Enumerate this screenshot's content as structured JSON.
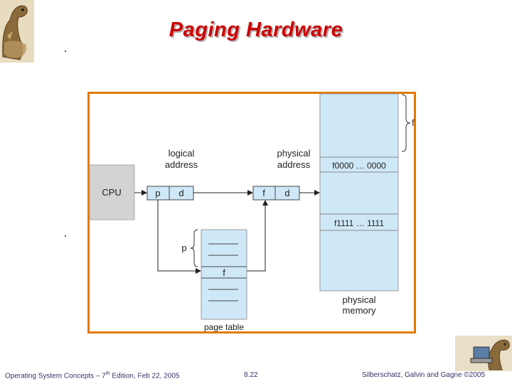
{
  "slide": {
    "title": "Paging Hardware"
  },
  "diagram": {
    "cpu_label": "CPU",
    "logical_address_label": "logical\naddress",
    "physical_address_label": "physical\naddress",
    "logical_fields": [
      "p",
      "d"
    ],
    "physical_fields": [
      "f",
      "d"
    ],
    "frame_start_label": "f0000 … 0000",
    "frame_end_label": "f1111 … 1111",
    "frame_brace_label": "f",
    "page_index_label": "p",
    "page_table_entry": "f",
    "page_table_label": "page table",
    "physical_memory_label": "physical\nmemory"
  },
  "footer": {
    "left_prefix": "Operating System Concepts – 7",
    "left_sup": "th",
    "left_suffix": " Edition, Feb 22, 2005",
    "center": "8.22",
    "right": "Silberschatz, Galvin and Gagne ©2005"
  },
  "colors": {
    "title": "#cc0000",
    "frame_border": "#e07b00",
    "memory_fill": "#cfe8f7",
    "cpu_fill": "#d3d3d3",
    "footer_text": "#333366"
  },
  "icons": {
    "top_left": "dinosaur-logo-icon",
    "bottom_right": "dinosaur-computer-icon"
  }
}
